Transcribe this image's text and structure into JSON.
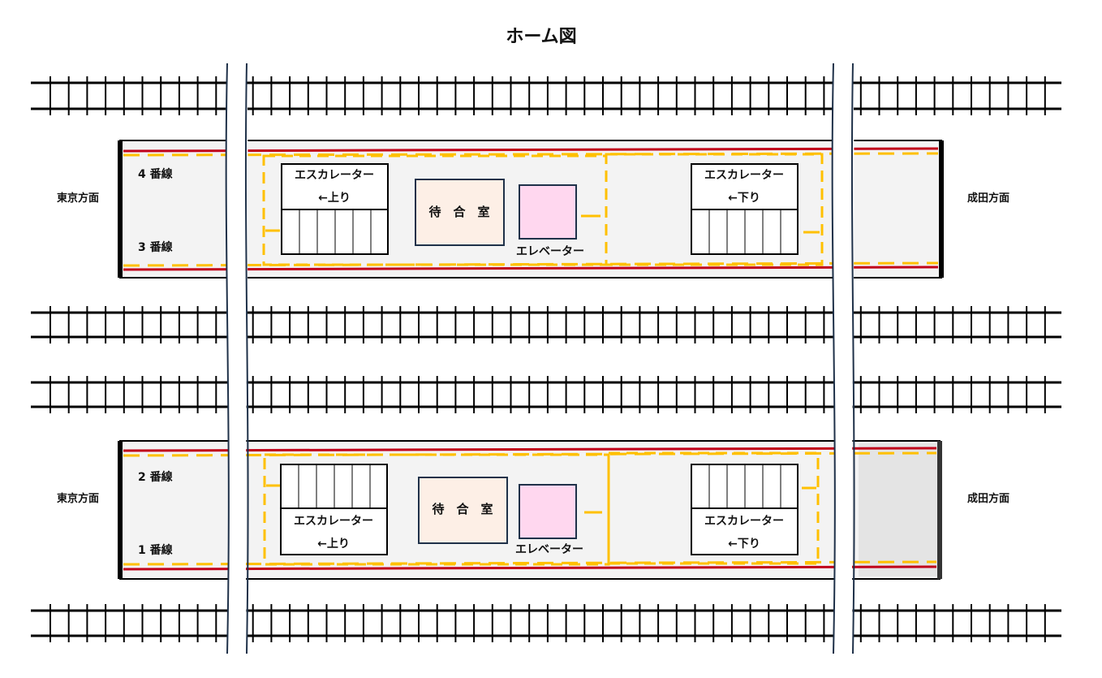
{
  "title": "ホーム図",
  "directions": {
    "west": "東京方面",
    "east": "成田方面"
  },
  "tracks": {
    "four": "4 番線",
    "three": "3 番線",
    "two": "2 番線",
    "one": "1 番線"
  },
  "escalators": {
    "up_title": "エスカレーター",
    "up_dir": "←上り",
    "down_title": "エスカレーター",
    "down_dir": "←下り"
  },
  "facilities": {
    "waiting_room": "待　合　室",
    "elevator": "エレベーター"
  },
  "colors": {
    "platform": "#f3f3f3",
    "waiting_room": "#fdefe6",
    "elevator": "#ffd7ef",
    "edge_line": "#c0001a",
    "tactile": "#ffc000",
    "frame": "#1f3149",
    "rail": "#000000"
  }
}
